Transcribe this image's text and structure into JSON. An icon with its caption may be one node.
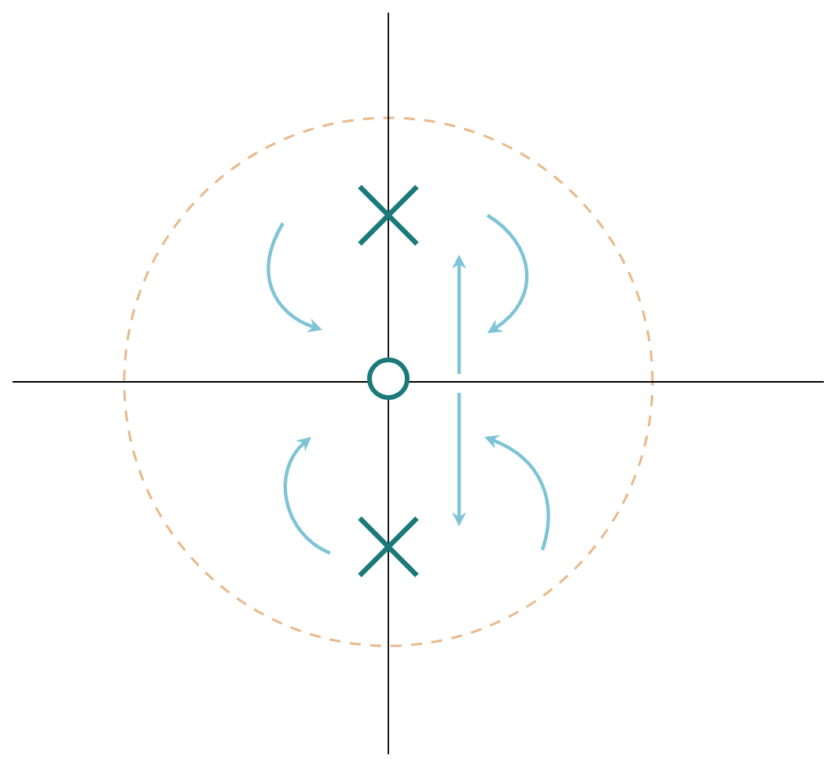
{
  "diagram": {
    "nodes": [
      {
        "text": [],
        "shape": "cross"
      },
      {
        "text": [],
        "shape": "circle"
      },
      {
        "text": [],
        "shape": "cross"
      }
    ]
  }
}
